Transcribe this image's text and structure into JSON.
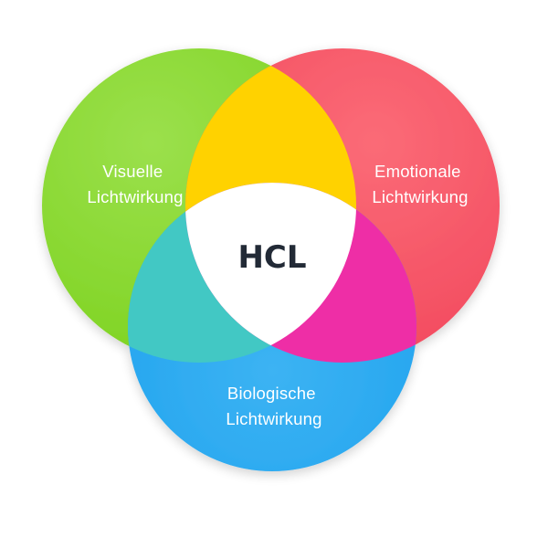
{
  "diagram": {
    "center": {
      "label": "HCL",
      "color": "#ffffff",
      "text_color": "#222a36"
    },
    "circles": [
      {
        "id": "visual",
        "line1": "Visuelle",
        "line2": "Lichtwirkung",
        "color": "#7ed321",
        "color_light": "#9be04c"
      },
      {
        "id": "emotional",
        "line1": "Emotionale",
        "line2": "Lichtwirkung",
        "color": "#f2495e",
        "color_light": "#fb6b77"
      },
      {
        "id": "biological",
        "line1": "Biologische",
        "line2": "Lichtwirkung",
        "color": "#1fa2ee",
        "color_light": "#3cb3f3"
      }
    ],
    "overlaps": {
      "visual_emotional": "#ffd200",
      "visual_biological": "#43c8c4",
      "emotional_biological": "#ee2fa6"
    }
  }
}
